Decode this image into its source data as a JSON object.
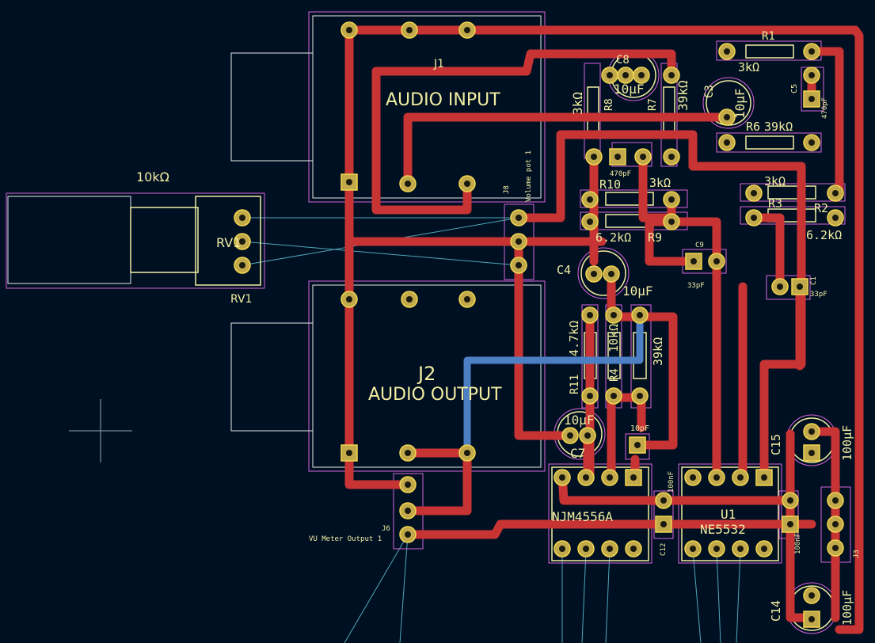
{
  "board": {
    "labels": {
      "audio_input": "AUDIO INPUT",
      "j1": "J1",
      "j2": "J2",
      "audio_output": "AUDIO OUTPUT",
      "rv1_value": "10kΩ",
      "rv1_ref": "RV1",
      "rv1_ref_silk": "RV1",
      "c8": "C8",
      "c8_value": "10μF",
      "c3": "C3",
      "c3_value": "10μF",
      "r1": "R1",
      "r1_value": "3kΩ",
      "c5": "C5",
      "c5_value": "470pF",
      "r8": "R8",
      "r8_value": "3kΩ",
      "r7": "R7",
      "r7_value": "39kΩ",
      "r6": "R6",
      "r6_value": "39kΩ",
      "r10": "R10",
      "r10_value": "3kΩ",
      "r9": "R9",
      "r9_value": "6.2kΩ",
      "c6_value": "470pF",
      "r3": "R3",
      "r3_value": "3kΩ",
      "r2": "R2",
      "r2_value": "6.2kΩ",
      "j8": "J8",
      "j8_value": "Volume pot 1",
      "c9": "C9",
      "c9_value": "33pF",
      "c1": "C1",
      "c1_value": "33pF",
      "c4": "C4",
      "c4_value": "10μF",
      "r11": "R11",
      "r11_value": "4.7kΩ",
      "r4": "R4",
      "r4_value": "10kΩ",
      "r5_value": "39kΩ",
      "c7": "C7",
      "c7_value": "10μF",
      "c11_value": "10pF",
      "c15": "C15",
      "c15_value": "100μF",
      "c14": "C14",
      "c14_value": "100μF",
      "u2_value": "NJM4556A",
      "u1": "U1",
      "u1_value": "NE5532",
      "c12": "C12",
      "c12_value": "100nF",
      "c13_value": "100nF",
      "j3": "J3",
      "j6": "J6",
      "j6_value": "VU Meter Output 1"
    },
    "colors": {
      "background": "#001023",
      "copper_front": "#c83434",
      "copper_back": "#4d7fc4",
      "silkscreen": "#f2eda1",
      "courtyard": "#d864d8",
      "pad": "#c2a94a",
      "ratsnest": "#4fa6b8"
    }
  }
}
